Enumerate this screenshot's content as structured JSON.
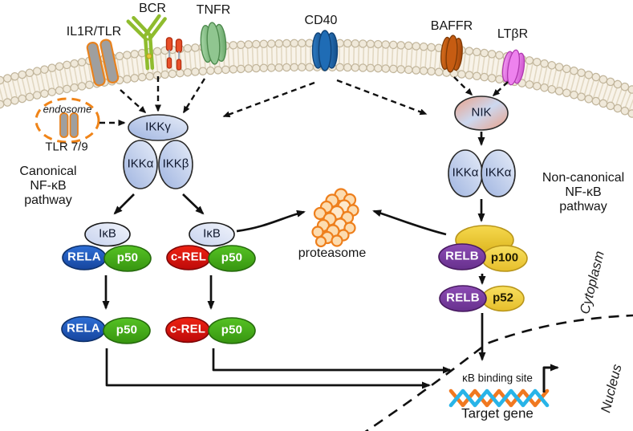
{
  "receptors": {
    "il1r_tlr": "IL1R/TLR",
    "bcr": "BCR",
    "tnfr": "TNFR",
    "cd40": "CD40",
    "baffr": "BAFFR",
    "ltbr": "LTβR"
  },
  "endosome": {
    "label": "endosome",
    "receptor": "TLR 7/9"
  },
  "pathways": {
    "canonical": {
      "line1": "Canonical",
      "line2": "NF-κB",
      "line3": "pathway"
    },
    "noncanonical": {
      "line1": "Non-canonical",
      "line2": "NF-κB",
      "line3": "pathway"
    }
  },
  "kinases": {
    "ikk_gamma": "IKKγ",
    "ikk_alpha": "IKKα",
    "ikk_beta": "IKKβ",
    "nik": "NIK"
  },
  "proteins": {
    "ikb": "IκB",
    "rela": "RELA",
    "p50": "p50",
    "crel": "c-REL",
    "relb": "RELB",
    "p100": "p100",
    "p52": "p52"
  },
  "proteasome": {
    "label": "proteasome"
  },
  "nucleus_region": {
    "kb_binding_site": "κB binding site",
    "target_gene": "Target gene"
  },
  "compartments": {
    "cytoplasm": "Cytoplasm",
    "nucleus": "Nucleus"
  },
  "colors": {
    "membrane_bead": "#efe8d8",
    "kinase_blue": "#b9c7e8",
    "rela_blue": "#205ac5",
    "p50_green": "#46ad18",
    "crel_red": "#e01111",
    "relb_purple": "#7d3fa5",
    "p100_yellow": "#f0d040",
    "baffr_orange": "#c65c12",
    "ltbr_magenta": "#ee82ee",
    "tnfr_green": "#8cc58c",
    "cd40_blue": "#2068b2",
    "il1r_gray": "#9f9f9f",
    "endosome_orange": "#f08418",
    "proteasome_orange": "#ee7f1c",
    "dna_orange": "#f07820",
    "dna_cyan": "#28b4e8"
  }
}
